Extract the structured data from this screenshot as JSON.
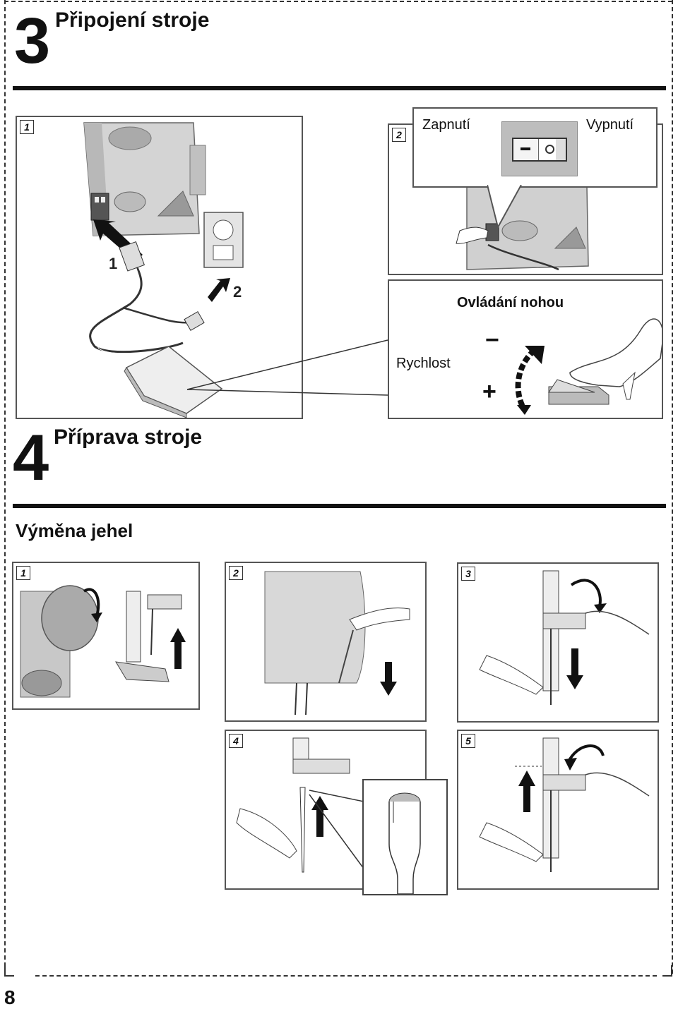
{
  "section3": {
    "number": "3",
    "title": "Připojení stroje",
    "step1": "1",
    "step2": "2",
    "switch_on": "Zapnutí",
    "switch_off": "Vypnutí",
    "foot_control": "Ovládání nohou",
    "speed": "Rychlost",
    "minus": "−",
    "plus": "+",
    "arrow_label_1": "1",
    "arrow_label_2": "2"
  },
  "section4": {
    "number": "4",
    "title": "Příprava stroje",
    "subtitle": "Výměna jehel",
    "steps": [
      "1",
      "2",
      "3",
      "4",
      "5"
    ]
  },
  "page_number": "8",
  "colors": {
    "ink": "#111111",
    "grey_machine": "#c8c8c8",
    "panel_border": "#555555"
  }
}
